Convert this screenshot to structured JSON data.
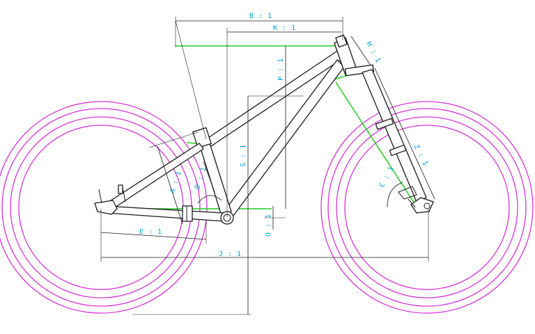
{
  "colors": {
    "wheel": "#d633d6",
    "reference": "#22cc22",
    "dimension_text": "#00a6d6",
    "line": "#1a1a1a"
  },
  "labels": {
    "B": "B : 1",
    "K": "K : 1",
    "H": "H : 1",
    "P": "P : 1",
    "S": "S : 1",
    "Z": "Z : 1",
    "C": "C : 1",
    "A": "A : 1",
    "D": "D : 1",
    "E": "E : 1",
    "O": "O : 1",
    "J": "J : 1"
  }
}
